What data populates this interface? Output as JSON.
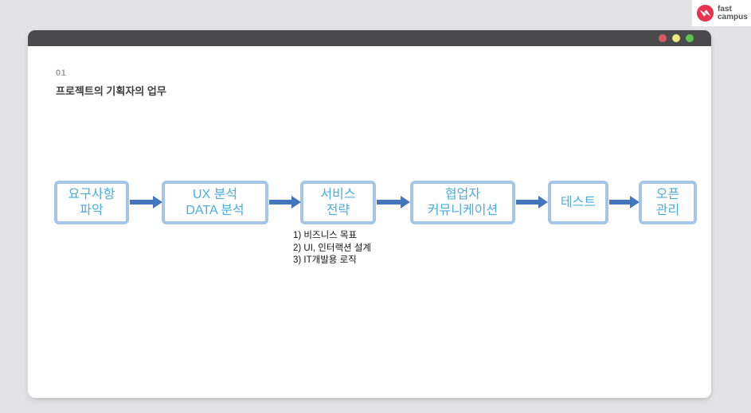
{
  "logo": {
    "line1": "fast",
    "line2": "campus"
  },
  "slide": {
    "number": "01",
    "title": "프로젝트의 기획자의 업무"
  },
  "flow": {
    "steps": [
      {
        "label": "요구사항\n파악"
      },
      {
        "label": "UX 분석\nDATA 분석"
      },
      {
        "label": "서비스\n전략"
      },
      {
        "label": "협업자\n커뮤니케이션"
      },
      {
        "label": "테스트"
      },
      {
        "label": "오픈\n관리"
      }
    ]
  },
  "notes": {
    "items": [
      "1) 비즈니스 목표",
      "2) UI, 인터랙션 설계",
      "3) IT개발용 로직"
    ]
  },
  "colors": {
    "background": "#e3e3e5",
    "titlebar": "#4a4a4d",
    "box_border": "#a6c6e8",
    "box_text": "#4aade0",
    "arrow": "#4377bd",
    "logo_red": "#e8334e",
    "dot_red": "#d9565c",
    "dot_yellow": "#ece97f",
    "dot_green": "#5ec24e"
  }
}
